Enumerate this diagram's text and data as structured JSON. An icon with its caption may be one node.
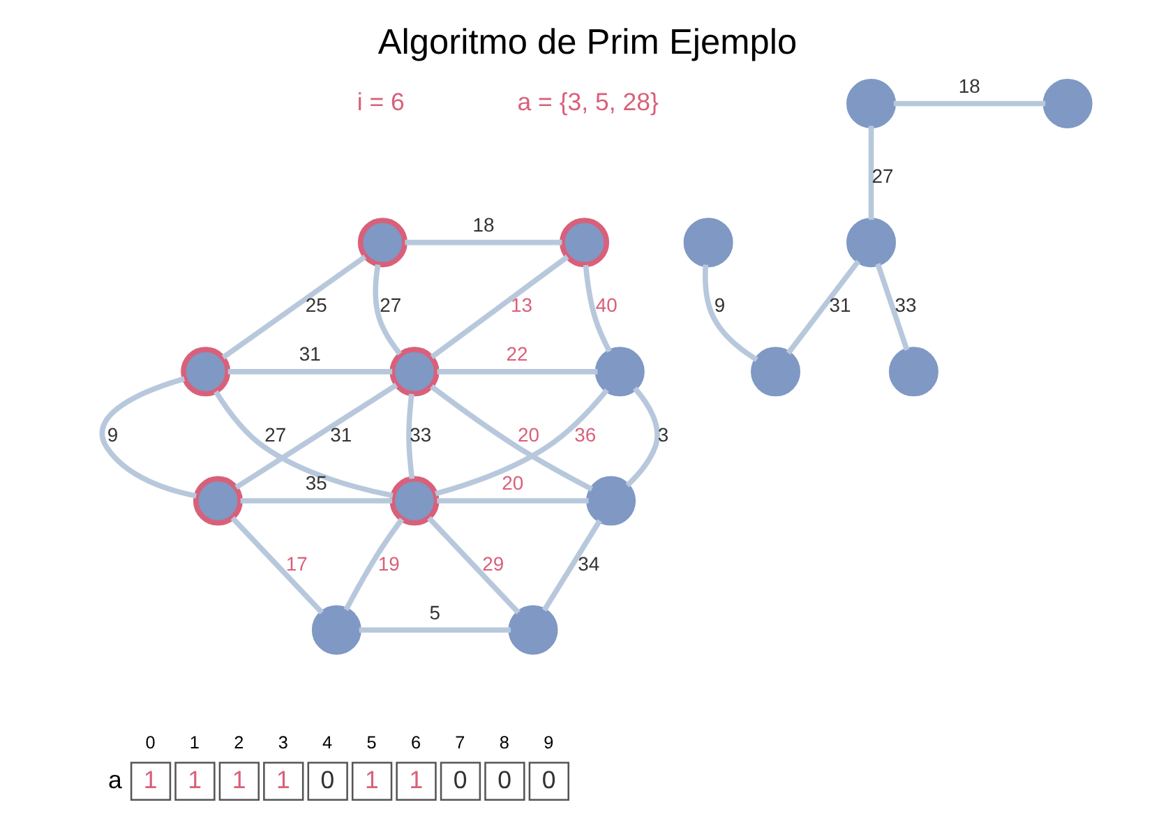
{
  "diagram": {
    "title": "Algoritmo de Prim Ejemplo",
    "nodes": [
      {
        "text": [],
        "shape": "circle"
      },
      {
        "text": [],
        "shape": "circle"
      },
      {
        "text": [],
        "shape": "circle"
      },
      {
        "text": [],
        "shape": "circle"
      },
      {
        "text": [],
        "shape": "circle"
      },
      {
        "text": [],
        "shape": "circle"
      },
      {
        "text": [],
        "shape": "circle"
      },
      {
        "text": [],
        "shape": "circle"
      },
      {
        "text": [],
        "shape": "circle"
      },
      {
        "text": [],
        "shape": "circle"
      },
      {
        "text": [],
        "shape": "circle"
      },
      {
        "text": [],
        "shape": "circle"
      },
      {
        "text": [],
        "shape": "circle"
      },
      {
        "text": [],
        "shape": "circle"
      },
      {
        "text": [],
        "shape": "circle"
      },
      {
        "text": [],
        "shape": "circle"
      }
    ],
    "edges": [
      {
        "from": 0,
        "to": 1,
        "arrow": "none",
        "label": "18"
      },
      {
        "from": 0,
        "to": 2,
        "arrow": "none",
        "label": "25"
      },
      {
        "from": 0,
        "to": 3,
        "arrow": "none",
        "label": "27"
      },
      {
        "from": 1,
        "to": 3,
        "arrow": "none",
        "label": "13"
      },
      {
        "from": 1,
        "to": 4,
        "arrow": "none",
        "label": "40"
      },
      {
        "from": 2,
        "to": 3,
        "arrow": "none",
        "label": "31"
      },
      {
        "from": 3,
        "to": 4,
        "arrow": "none",
        "label": "22"
      },
      {
        "from": 2,
        "to": 5,
        "arrow": "none",
        "label": "9"
      },
      {
        "from": 2,
        "to": 6,
        "arrow": "none",
        "label": "27"
      },
      {
        "from": 3,
        "to": 5,
        "arrow": "none",
        "label": "31"
      },
      {
        "from": 3,
        "to": 6,
        "arrow": "none",
        "label": "33"
      },
      {
        "from": 3,
        "to": 7,
        "arrow": "none",
        "label": "20"
      },
      {
        "from": 4,
        "to": 6,
        "arrow": "none",
        "label": "36"
      },
      {
        "from": 4,
        "to": 7,
        "arrow": "none",
        "label": "3"
      },
      {
        "from": 5,
        "to": 6,
        "arrow": "none",
        "label": "35"
      },
      {
        "from": 6,
        "to": 7,
        "arrow": "none",
        "label": "20"
      },
      {
        "from": 5,
        "to": 8,
        "arrow": "none",
        "label": "17"
      },
      {
        "from": 6,
        "to": 8,
        "arrow": "none",
        "label": "19"
      },
      {
        "from": 6,
        "to": 9,
        "arrow": "none",
        "label": "29"
      },
      {
        "from": 7,
        "to": 9,
        "arrow": "none",
        "label": "34"
      },
      {
        "from": 8,
        "to": 9,
        "arrow": "none",
        "label": "5"
      },
      {
        "from": 10,
        "to": 11,
        "arrow": "none",
        "label": "18"
      },
      {
        "from": 10,
        "to": 13,
        "arrow": "none",
        "label": "27"
      },
      {
        "from": 12,
        "to": 14,
        "arrow": "none",
        "label": "9"
      },
      {
        "from": 13,
        "to": 14,
        "arrow": "none",
        "label": "31"
      },
      {
        "from": 13,
        "to": 15,
        "arrow": "none",
        "label": "33"
      }
    ],
    "labels": [
      "i = 6",
      "a = {3, 5, 28}",
      "0",
      "1",
      "2",
      "3",
      "4",
      "5",
      "6",
      "7",
      "8",
      "9",
      "a",
      "1",
      "1",
      "1",
      "1",
      "0",
      "1",
      "1",
      "0",
      "0",
      "0"
    ]
  }
}
